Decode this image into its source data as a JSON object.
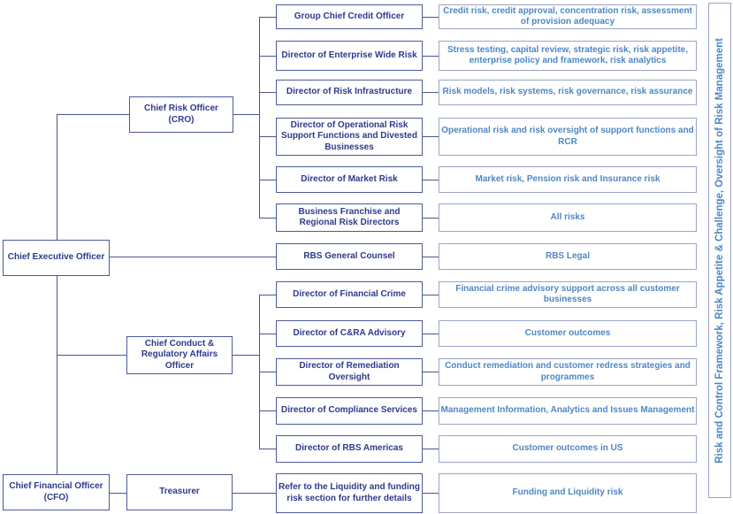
{
  "nodes": {
    "ceo": {
      "label": "Chief Executive Officer"
    },
    "cfo": {
      "label": "Chief Financial Officer (CFO)"
    },
    "cro": {
      "label": "Chief Risk Officer (CRO)"
    },
    "conduct": {
      "label": "Chief Conduct & Regulatory Affairs Officer"
    },
    "treasurer": {
      "label": "Treasurer"
    }
  },
  "rows": [
    {
      "title": "Group Chief Credit Officer",
      "desc": "Credit risk, credit approval, concentration risk, assessment of provision adequacy"
    },
    {
      "title": "Director of Enterprise Wide Risk",
      "desc": "Stress testing, capital review, strategic risk, risk appetite, enterprise policy and framework, risk analytics"
    },
    {
      "title": "Director of Risk Infrastructure",
      "desc": "Risk models, risk systems, risk governance, risk assurance"
    },
    {
      "title": "Director of Operational Risk Support Functions and Divested Businesses",
      "desc": "Operational risk and risk oversight of support functions and RCR"
    },
    {
      "title": "Director of Market Risk",
      "desc": "Market risk, Pension risk and Insurance risk"
    },
    {
      "title": "Business Franchise and Regional Risk Directors",
      "desc": "All risks"
    },
    {
      "title": "RBS General Counsel",
      "desc": "RBS Legal"
    },
    {
      "title": "Director of Financial Crime",
      "desc": "Financial crime advisory support across all customer businesses"
    },
    {
      "title": "Director of C&RA Advisory",
      "desc": "Customer outcomes"
    },
    {
      "title": "Director of Remediation Oversight",
      "desc": "Conduct remediation and customer redress strategies and programmes"
    },
    {
      "title": "Director of Compliance Services",
      "desc": "Management Information, Analytics and Issues Management"
    },
    {
      "title": "Director of RBS Americas",
      "desc": "Customer outcomes in US"
    },
    {
      "title": "Refer to the Liquidity and funding risk section for further details",
      "desc": "Funding and Liquidity risk"
    }
  ],
  "side_bar": {
    "label": "Risk and Control Framework, Risk Appetite & Challenge, Oversight of Risk Management"
  },
  "colors": {
    "dark_text": "#2e3a8c",
    "blue_text": "#4e87c5",
    "dark_border": "#4d5a99",
    "light_border": "#9aa5c9",
    "connector": "#4a5590"
  }
}
